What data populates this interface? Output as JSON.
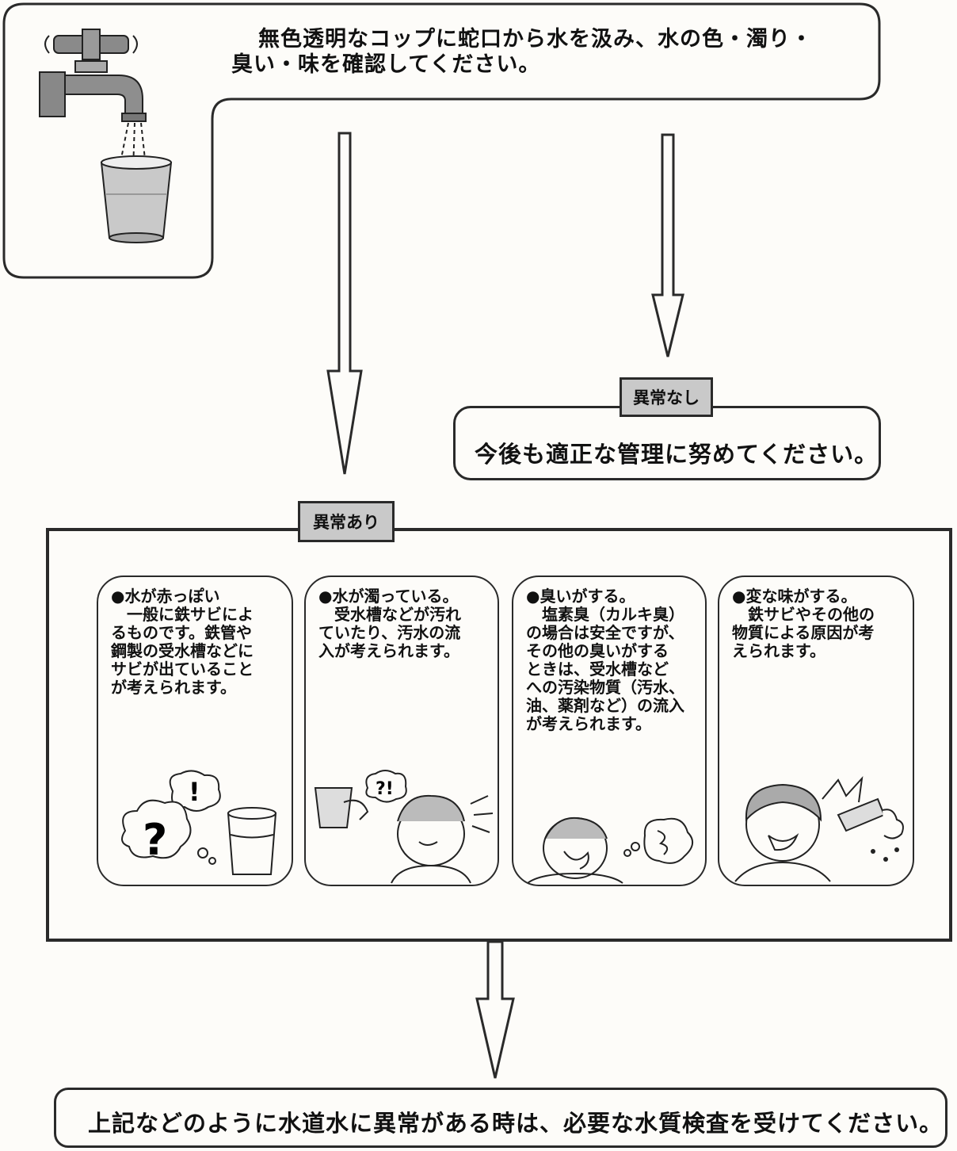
{
  "intro": {
    "instruction_line1": "無色透明なコップに蛇口から水を汲み、水の色・濁り・",
    "instruction_line2": "臭い・味を確認してください。"
  },
  "no_abnormality": {
    "tag": "異常なし",
    "message": "今後も適正な管理に努めてください。"
  },
  "abnormality": {
    "tag": "異常あり",
    "cards": [
      {
        "title": "●水が赤っぽい",
        "body": "　一般に鉄サビによ\nるものです。鉄管や\n鋼製の受水槽などに\nサビが出ていること\nが考えられます。"
      },
      {
        "title": "●水が濁っている。",
        "body": "　受水槽などが汚れ\nていたり、汚水の流\n入が考えられます。"
      },
      {
        "title": "●臭いがする。",
        "body": "　塩素臭（カルキ臭）\nの場合は安全ですが、\nその他の臭いがする\nときは、受水槽など\nへの汚染物質（汚水、\n油、薬剤など）の流入\nが考えられます。"
      },
      {
        "title": "●変な味がする。",
        "body": "　鉄サビやその他の\n物質による原因が考\nえられます。"
      }
    ]
  },
  "final": {
    "message": "上記などのように水道水に異常がある時は、必要な水質検査を受けてください。"
  },
  "icons": [
    "faucet-icon",
    "glass-icon",
    "question-thought-icon",
    "confused-person-icon",
    "smelling-person-icon",
    "tasting-person-icon"
  ]
}
